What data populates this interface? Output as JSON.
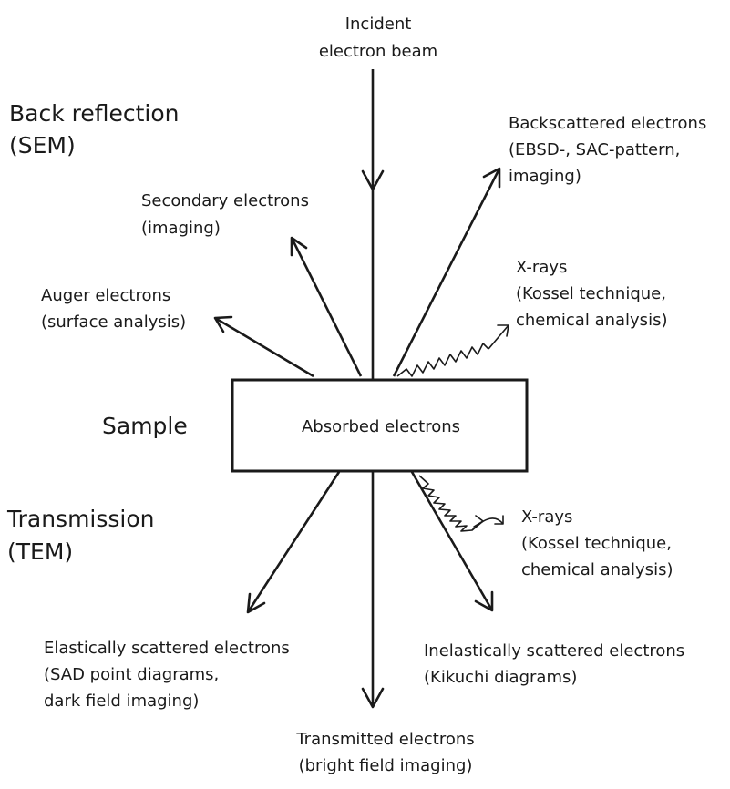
{
  "colors": {
    "ink": "#1a1a1a",
    "background": "#ffffff"
  },
  "labels": {
    "incident": [
      "Incident",
      "electron beam"
    ],
    "back_reflection": [
      "Back reflection",
      "(SEM)"
    ],
    "backscattered": [
      "Backscattered electrons",
      "(EBSD-, SAC-pattern,",
      "imaging)"
    ],
    "secondary": [
      "Secondary electrons",
      "(imaging)"
    ],
    "xrays_top": [
      "X-rays",
      "(Kossel technique,",
      "chemical analysis)"
    ],
    "auger": [
      "Auger electrons",
      "(surface analysis)"
    ],
    "sample": "Sample",
    "absorbed": "Absorbed electrons",
    "transmission": [
      "Transmission",
      "(TEM)"
    ],
    "xrays_bottom": [
      "X-rays",
      "(Kossel technique,",
      "chemical analysis)"
    ],
    "elastic": [
      "Elastically scattered electrons",
      "(SAD point diagrams,",
      "dark field imaging)"
    ],
    "inelastic": [
      "Inelastically scattered electrons",
      "(Kikuchi diagrams)"
    ],
    "transmitted": [
      "Transmitted electrons",
      "(bright field imaging)"
    ]
  }
}
